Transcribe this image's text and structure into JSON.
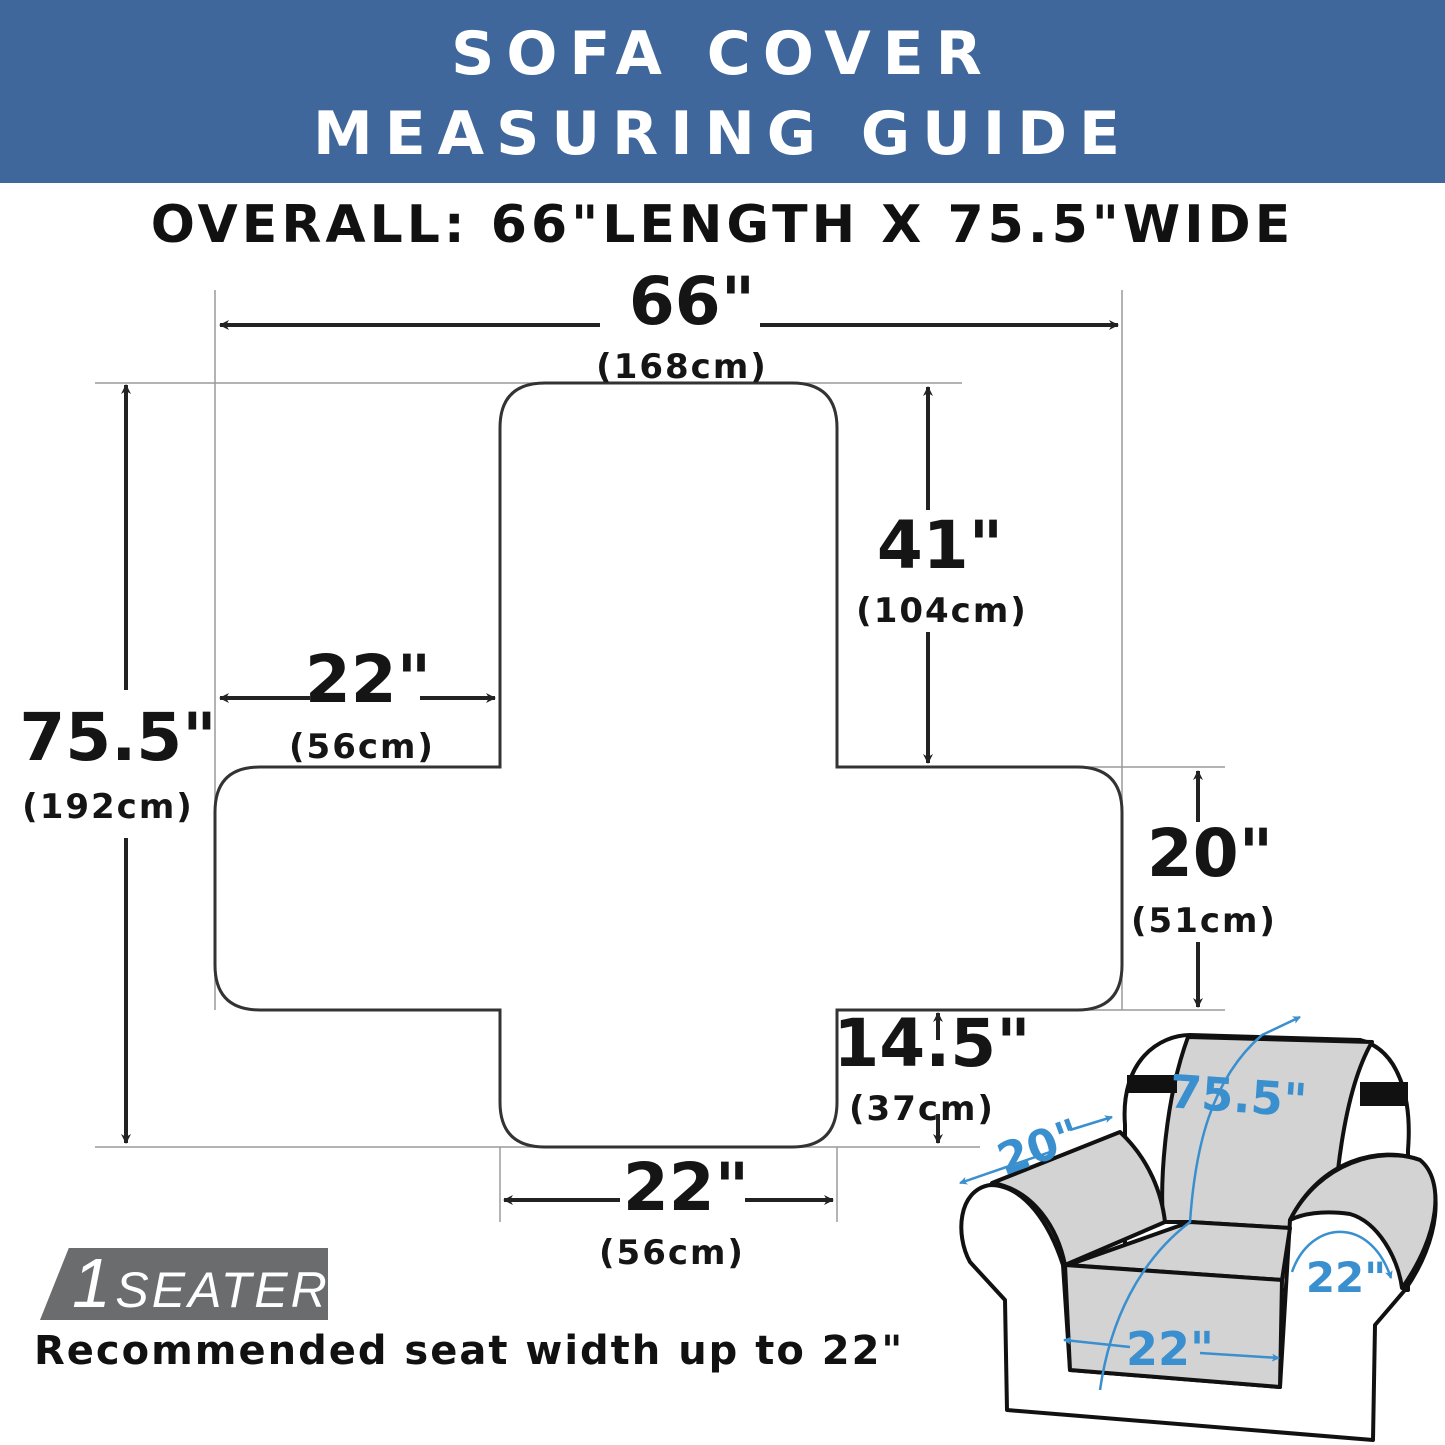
{
  "header": {
    "title_line1": "SOFA COVER",
    "title_line2": "MEASURING GUIDE",
    "background_color": "#3f679c"
  },
  "overall": "OVERALL: 66\"LENGTH X 75.5\"WIDE",
  "dimensions": {
    "total_length": {
      "in": "66\"",
      "cm": "(168cm)"
    },
    "total_width": {
      "in": "75.5\"",
      "cm": "(192cm)"
    },
    "back_height": {
      "in": "41\"",
      "cm": "(104cm)"
    },
    "arm_width": {
      "in": "22\"",
      "cm": "(56cm)"
    },
    "arm_depth": {
      "in": "20\"",
      "cm": "(51cm)"
    },
    "seat_flap": {
      "in": "14.5\"",
      "cm": "(37cm)"
    },
    "seat_width": {
      "in": "22\"",
      "cm": "(56cm)"
    }
  },
  "chair_labels": {
    "length": "75.5\"",
    "arm": "20\"",
    "arm_side": "22\"",
    "seat": "22\"",
    "label_color": "#3a8fce"
  },
  "badge": {
    "number": "1",
    "word": "SEATER"
  },
  "recommendation": "Recommended seat width up to 22\""
}
